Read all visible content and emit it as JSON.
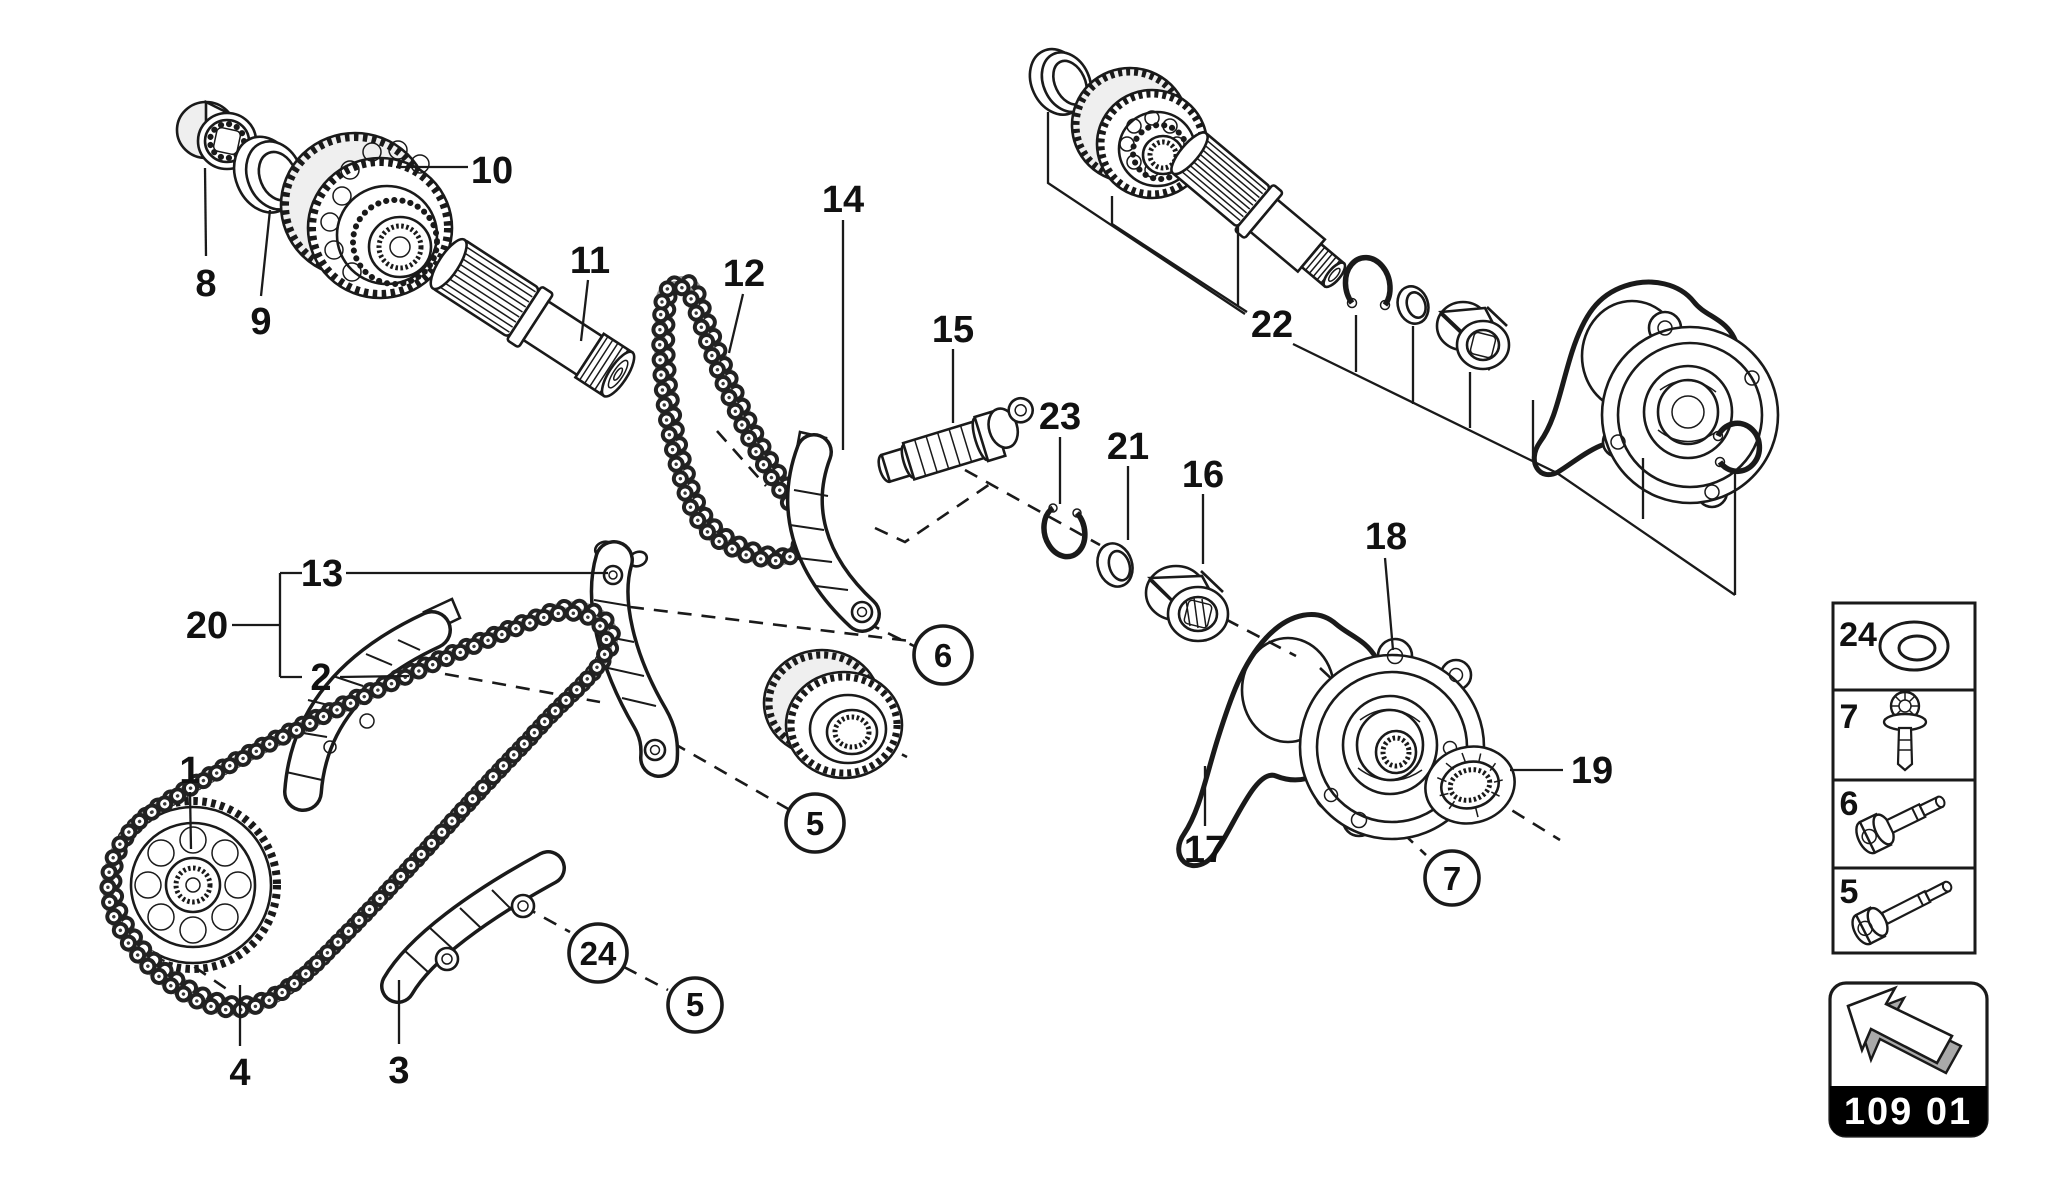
{
  "diagram": {
    "type": "exploded-parts-diagram",
    "subject": "engine timing chain drive / camshaft control",
    "background": "#ffffff",
    "line_color": "#1a1a1a",
    "nav_bar_color": "#000000"
  },
  "callouts": {
    "c1": {
      "label": "1"
    },
    "c2": {
      "label": "2"
    },
    "c3": {
      "label": "3"
    },
    "c4": {
      "label": "4"
    },
    "c8": {
      "label": "8"
    },
    "c9": {
      "label": "9"
    },
    "c10": {
      "label": "10"
    },
    "c11": {
      "label": "11"
    },
    "c12": {
      "label": "12"
    },
    "c13": {
      "label": "13"
    },
    "c14": {
      "label": "14"
    },
    "c15": {
      "label": "15"
    },
    "c16": {
      "label": "16"
    },
    "c17": {
      "label": "17"
    },
    "c18": {
      "label": "18"
    },
    "c19": {
      "label": "19"
    },
    "c20": {
      "label": "20"
    },
    "c21": {
      "label": "21"
    },
    "c22": {
      "label": "22"
    },
    "c23": {
      "label": "23"
    }
  },
  "circled_callouts": {
    "b6": {
      "label": "6"
    },
    "b5mid": {
      "label": "5"
    },
    "b24": {
      "label": "24"
    },
    "b5low": {
      "label": "5"
    },
    "b7": {
      "label": "7"
    }
  },
  "legend": {
    "rows": [
      {
        "label": "24",
        "icon": "washer-icon"
      },
      {
        "label": "7",
        "icon": "flange-bolt-icon"
      },
      {
        "label": "6",
        "icon": "shoulder-bolt-icon"
      },
      {
        "label": "5",
        "icon": "long-bolt-icon"
      }
    ]
  },
  "nav": {
    "code": "109 01",
    "icon": "back-arrow-icon"
  }
}
